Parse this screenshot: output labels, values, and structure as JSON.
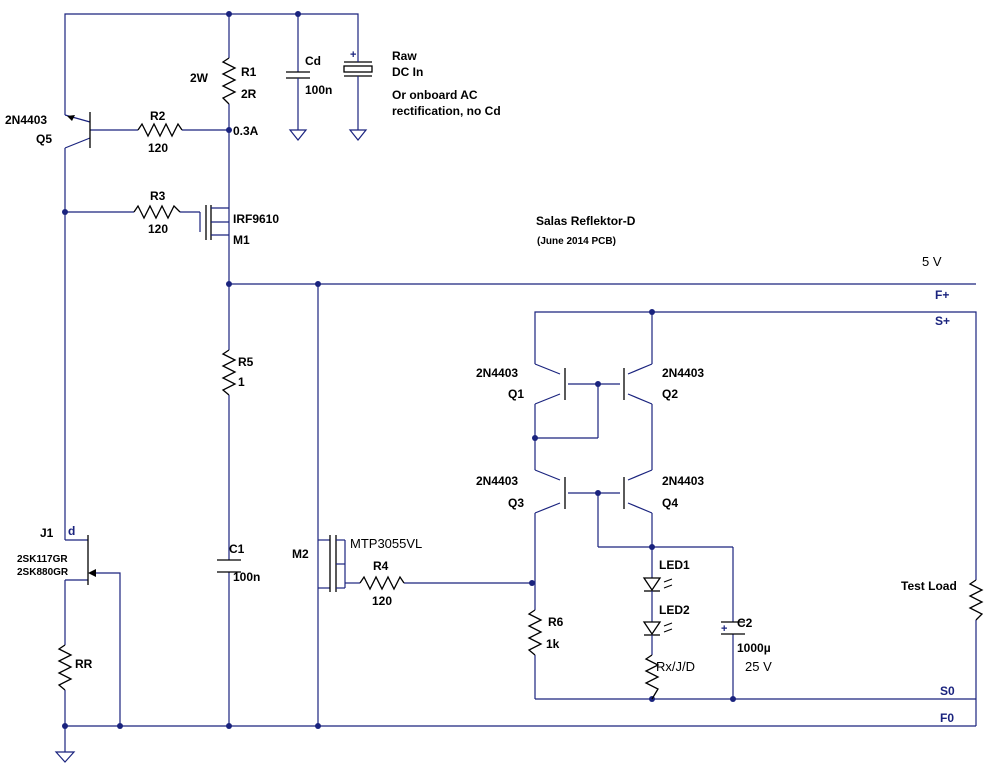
{
  "title": "Salas Reflektor-D",
  "subtitle": "(June 2014 PCB)",
  "supply_note": {
    "line1": "Raw",
    "line2": "DC In",
    "line3": "Or onboard AC",
    "line4": "rectification, no Cd"
  },
  "voltage_5v": "5 V",
  "voltage_25v": "25 V",
  "ports": {
    "f_plus": "F+",
    "s_plus": "S+",
    "s_zero": "S0",
    "f_zero": "F0"
  },
  "components": {
    "q5": {
      "part": "2N4403",
      "ref": "Q5"
    },
    "r2": {
      "ref": "R2",
      "value": "120"
    },
    "r1": {
      "power": "2W",
      "ref": "R1",
      "value": "2R",
      "current": "0.3A"
    },
    "cd": {
      "ref": "Cd",
      "value": "100n"
    },
    "r3": {
      "ref": "R3",
      "value": "120"
    },
    "m1": {
      "part": "IRF9610",
      "ref": "M1"
    },
    "r5": {
      "ref": "R5",
      "value": "1"
    },
    "c1": {
      "ref": "C1",
      "value": "100n"
    },
    "j1": {
      "ref": "J1",
      "pin": "d",
      "part1": "2SK117GR",
      "part2": "2SK880GR"
    },
    "rr": {
      "ref": "RR"
    },
    "m2": {
      "ref": "M2",
      "part": "MTP3055VL"
    },
    "r4": {
      "ref": "R4",
      "value": "120"
    },
    "q1": {
      "part": "2N4403",
      "ref": "Q1"
    },
    "q2": {
      "part": "2N4403",
      "ref": "Q2"
    },
    "q3": {
      "part": "2N4403",
      "ref": "Q3"
    },
    "q4": {
      "part": "2N4403",
      "ref": "Q4"
    },
    "r6": {
      "ref": "R6",
      "value": "1k"
    },
    "led1": {
      "ref": "LED1"
    },
    "led2": {
      "ref": "LED2"
    },
    "rx": {
      "ref": "Rx/J/D"
    },
    "c2": {
      "ref": "C2",
      "value": "1000µ"
    },
    "load": {
      "ref": "Test Load"
    }
  }
}
